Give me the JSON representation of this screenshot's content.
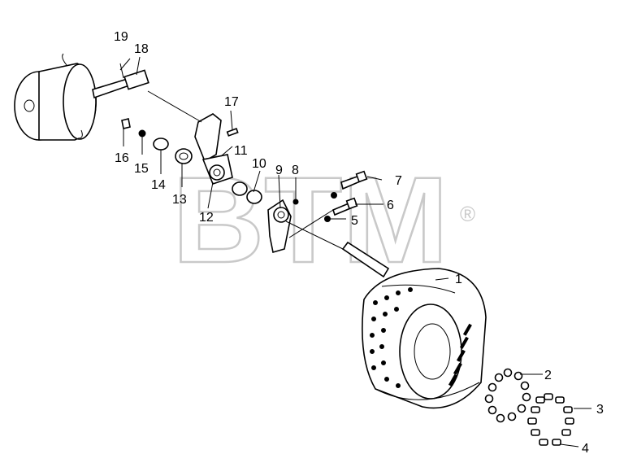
{
  "watermark": {
    "text": "BTM",
    "registered": "®"
  },
  "callouts": [
    "1",
    "2",
    "3",
    "4",
    "5",
    "6",
    "7",
    "8",
    "9",
    "10",
    "11",
    "12",
    "13",
    "14",
    "15",
    "16",
    "17",
    "18",
    "19"
  ],
  "colors": {
    "line": "#000000",
    "watermark": "#c9c9c9",
    "background": "#ffffff"
  }
}
